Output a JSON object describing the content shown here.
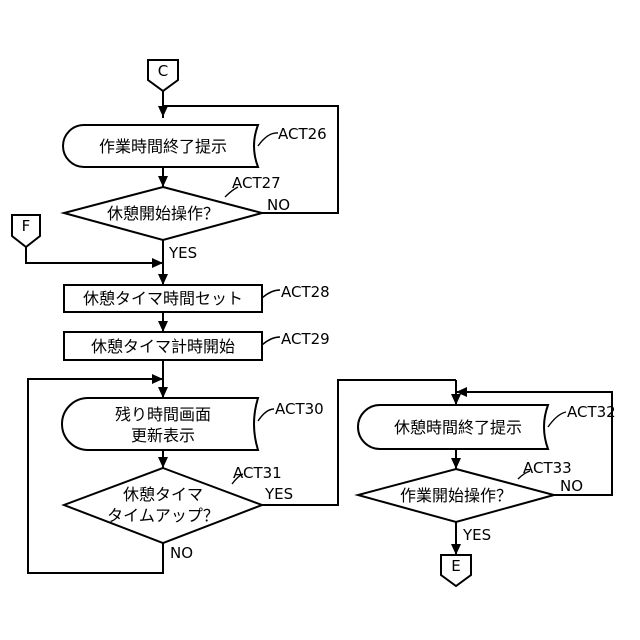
{
  "connectors": {
    "c": "C",
    "f": "F",
    "e": "E"
  },
  "steps": {
    "act26": {
      "text": "作業時間終了提示",
      "label": "ACT26"
    },
    "act27": {
      "text": "休憩開始操作？",
      "label": "ACT27",
      "yes": "YES",
      "no": "NO"
    },
    "act28": {
      "text": "休憩タイマ時間セット",
      "label": "ACT28"
    },
    "act29": {
      "text": "休憩タイマ計時開始",
      "label": "ACT29"
    },
    "act30": {
      "line1": "残り時間画面",
      "line2": "更新表示",
      "label": "ACT30"
    },
    "act31": {
      "line1": "休憩タイマ",
      "line2": "タイムアップ？",
      "label": "ACT31",
      "yes": "YES",
      "no": "NO"
    },
    "act32": {
      "text": "休憩時間終了提示",
      "label": "ACT32"
    },
    "act33": {
      "text": "作業開始操作？",
      "label": "ACT33",
      "yes": "YES",
      "no": "NO"
    }
  }
}
